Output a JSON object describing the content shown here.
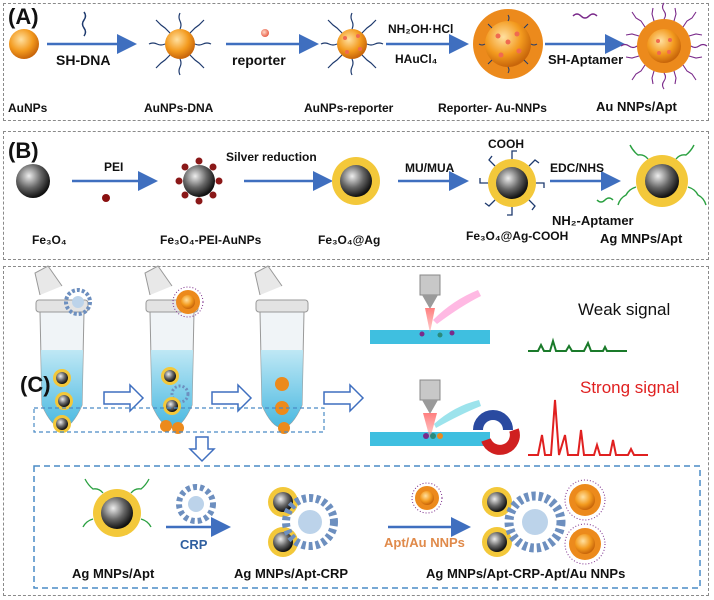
{
  "panel_a": {
    "label": "(A)",
    "step_labels": {
      "sh_dna": "SH-DNA",
      "reporter": "reporter",
      "reagent1": "NH₂OH·HCl",
      "reagent2": "HAuCl₄",
      "sh_aptamer": "SH-Aptamer"
    },
    "captions": {
      "aunps": "AuNPs",
      "aunps_dna": "AuNPs-DNA",
      "aunps_reporter": "AuNPs-reporter",
      "reporter_au_nnps": "Reporter- Au-NNPs",
      "au_nnps_apt": "Au  NNPs/Apt"
    }
  },
  "panel_b": {
    "label": "(B)",
    "step_labels": {
      "pei": "PEI",
      "silver_reduction": "Silver reduction",
      "mu_mua": "MU/MUA",
      "cooh": "COOH",
      "edc_nhs": "EDC/NHS",
      "nh2_aptamer": "NH₂-Aptamer"
    },
    "captions": {
      "fe3o4": "Fe₃O₄",
      "fe3o4_pei_aunps": "Fe₃O₄-PEI-AuNPs",
      "fe3o4_ag": "Fe₃O₄@Ag",
      "fe3o4_ag_cooh": "Fe₃O₄@Ag-COOH",
      "ag_mnps_apt": "Ag  MNPs/Apt"
    }
  },
  "panel_c": {
    "label": "(C)",
    "weak_signal": "Weak signal",
    "strong_signal": "Strong signal",
    "crp": "CRP",
    "apt_au_nnps": "Apt/Au NNPs",
    "captions": {
      "ag_mnps_apt": "Ag  MNPs/Apt",
      "ag_mnps_apt_crp": "Ag  MNPs/Apt-CRP",
      "final": "Ag  MNPs/Apt-CRP-Apt/Au NNPs"
    }
  },
  "colors": {
    "arrow": "#3f6fbf",
    "gold": "#f0a52a",
    "silver_shell": "#f3c83a",
    "weak_signal": "#1a7a2a",
    "strong_signal": "#e02020",
    "crp_label": "#2f5fa0",
    "apt_au_label": "#e08a4a"
  }
}
